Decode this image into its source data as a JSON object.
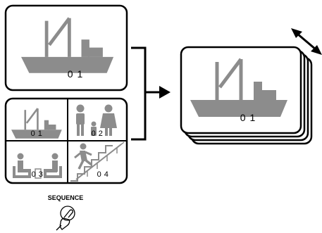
{
  "full_view": {
    "channel_label": "0 1",
    "icon": "ship-icon"
  },
  "quad_view": {
    "cells": [
      {
        "label": "0 1",
        "icon": "ship-icon"
      },
      {
        "label": "0 2",
        "icon": "family-icon"
      },
      {
        "label": "0 3",
        "icon": "seated-people-icon"
      },
      {
        "label": "0 4",
        "icon": "person-running-stairs-icon"
      }
    ]
  },
  "output_stack": {
    "channel_label": "0 1",
    "icon": "ship-icon"
  },
  "sequence_button": {
    "label": "SEQUENCE",
    "icon": "hand-press-icon"
  },
  "colors": {
    "icon_gray": "#8c8c8c",
    "stroke": "#000000",
    "background": "#ffffff"
  }
}
